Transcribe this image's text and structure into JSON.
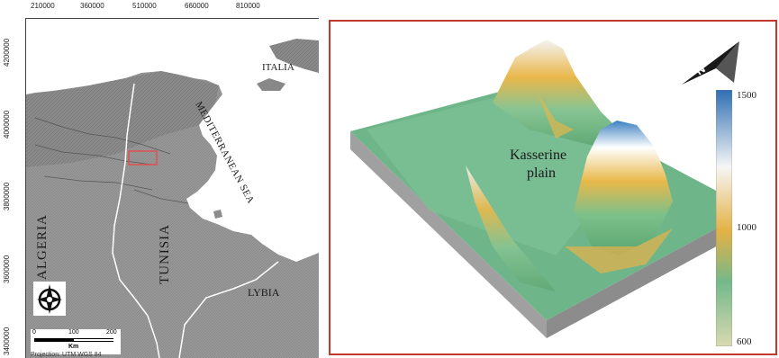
{
  "left_map": {
    "x_ticks": [
      "210000",
      "360000",
      "510000",
      "660000",
      "810000"
    ],
    "y_ticks": [
      "4200000",
      "4000000",
      "3800000",
      "3600000",
      "3400000"
    ],
    "labels": {
      "italia": "ITALIA",
      "mediterranean_sea": "MEDITERRANEAN SEA",
      "algeria": "ALGERIA",
      "tunisia": "TUNISIA",
      "lybia": "LYBIA"
    },
    "scale_bar": {
      "ticks": [
        "0",
        "100",
        "200"
      ],
      "unit": "Km"
    },
    "projection_text": "Projection: UTM WGS 84"
  },
  "right_panel": {
    "plain_label_line1": "Kasserine",
    "plain_label_line2": "plain",
    "north_arrow_label": "N",
    "colorbar_labels": [
      "1500",
      "1000",
      "600"
    ]
  },
  "colors": {
    "frame_red": "#c0392b",
    "highlight_rect": "#e05050",
    "border_white": "#ffffff"
  }
}
